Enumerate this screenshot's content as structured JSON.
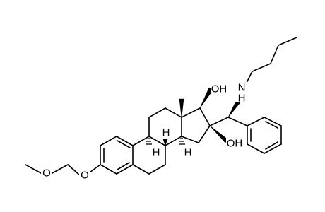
{
  "molecule": {
    "labels": {
      "hydroxyl_17": "OH",
      "hydroxyl_16": "OH",
      "amine_n": "N",
      "amine_h": "H",
      "ether_o_ring": "O",
      "ether_o_methoxy": "O",
      "h_8": "H",
      "h_9": "H",
      "h_14": "H"
    }
  }
}
